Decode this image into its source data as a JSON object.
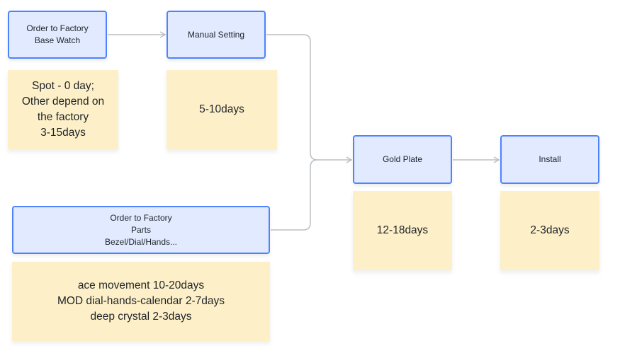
{
  "diagram": {
    "colors": {
      "node_fill": "#e1eaff",
      "node_border": "#4e83fd",
      "note_fill": "#fdf0c8",
      "connector": "#bbbfc4"
    },
    "nodes": {
      "order_base_watch": {
        "lines": [
          "Order to Factory",
          "Base Watch"
        ]
      },
      "manual_setting": {
        "lines": [
          "Manual Setting"
        ]
      },
      "order_parts": {
        "lines": [
          "Order to Factory",
          "Parts",
          "Bezel/Dial/Hands..."
        ]
      },
      "gold_plate": {
        "lines": [
          "Gold Plate"
        ]
      },
      "install": {
        "lines": [
          "Install"
        ]
      }
    },
    "notes": {
      "base_watch_time": {
        "lines": [
          "Spot - 0 day;",
          "Other depend on",
          "the factory",
          "3-15days"
        ]
      },
      "manual_setting_time": {
        "lines": [
          "5-10days"
        ]
      },
      "parts_time": {
        "lines": [
          "ace movement 10-20days",
          "MOD dial-hands-calendar 2-7days",
          "deep crystal 2-3days"
        ]
      },
      "gold_plate_time": {
        "lines": [
          "12-18days"
        ]
      },
      "install_time": {
        "lines": [
          "2-3days"
        ]
      }
    },
    "edges": [
      {
        "from": "Order to Factory Base Watch",
        "to": "Manual Setting"
      },
      {
        "from": "Manual Setting",
        "to": "Gold Plate"
      },
      {
        "from": "Order to Factory Parts",
        "to": "Gold Plate"
      },
      {
        "from": "Gold Plate",
        "to": "Install"
      }
    ]
  }
}
